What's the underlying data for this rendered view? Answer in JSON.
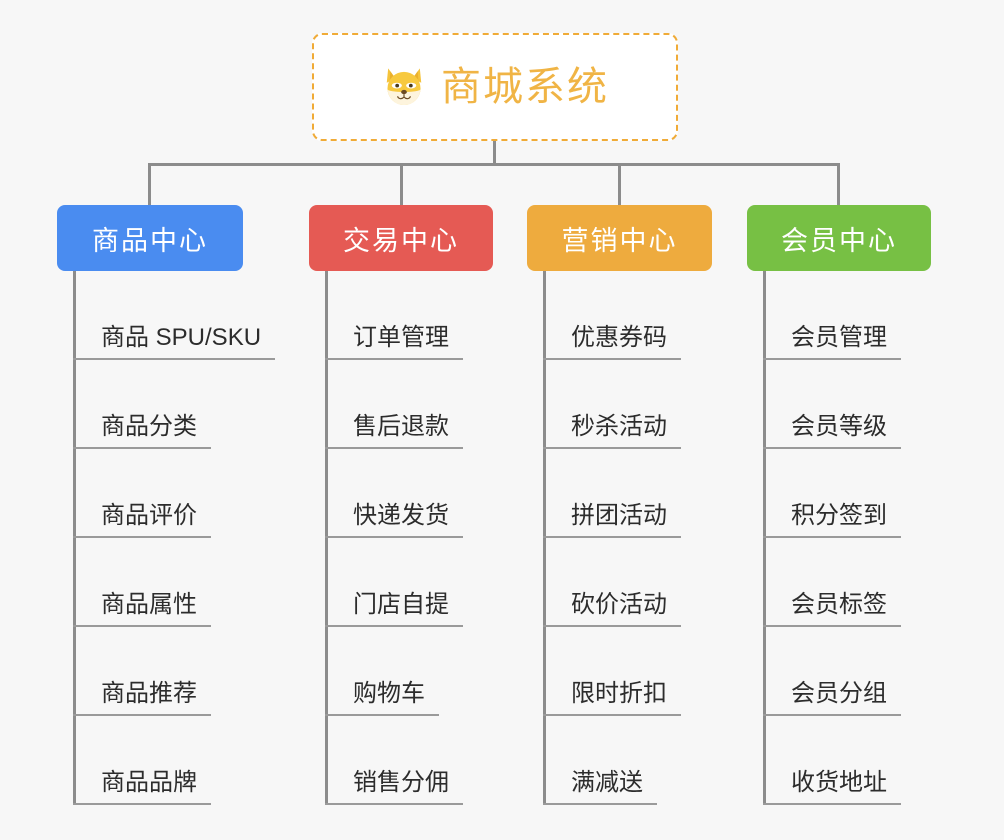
{
  "background_color": "#f7f7f7",
  "root": {
    "title": "商城系统",
    "icon": "shiba-dog-face-icon",
    "text_color": "#f0b445",
    "border_color": "#f0ab37",
    "background_color": "#ffffff"
  },
  "connector_color": "#8c8c8c",
  "columns": [
    {
      "label": "商品中心",
      "color": "#4a8cf0",
      "items": [
        "商品 SPU/SKU",
        "商品分类",
        "商品评价",
        "商品属性",
        "商品推荐",
        "商品品牌"
      ]
    },
    {
      "label": "交易中心",
      "color": "#e55a54",
      "items": [
        "订单管理",
        "售后退款",
        "快递发货",
        "门店自提",
        "购物车",
        "销售分佣"
      ]
    },
    {
      "label": "营销中心",
      "color": "#eeab3e",
      "items": [
        "优惠券码",
        "秒杀活动",
        "拼团活动",
        "砍价活动",
        "限时折扣",
        "满减送"
      ]
    },
    {
      "label": "会员中心",
      "color": "#77c044",
      "items": [
        "会员管理",
        "会员等级",
        "积分签到",
        "会员标签",
        "会员分组",
        "收货地址"
      ]
    }
  ]
}
